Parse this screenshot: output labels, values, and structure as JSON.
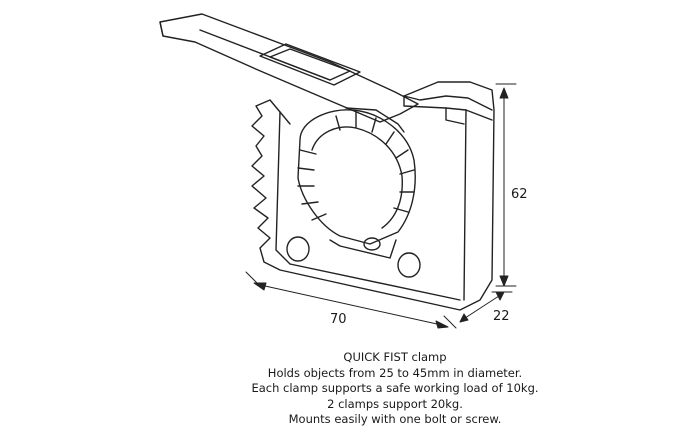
{
  "dimensions": {
    "height": "62",
    "width": "70",
    "depth": "22"
  },
  "caption": {
    "title": "QUICK FIST clamp",
    "line1": "Holds objects from 25 to 45mm in diameter.",
    "line2": "Each clamp supports a safe working load of 10kg.",
    "line3": "2 clamps support 20kg.",
    "line4": "Mounts easily with one bolt or screw."
  }
}
